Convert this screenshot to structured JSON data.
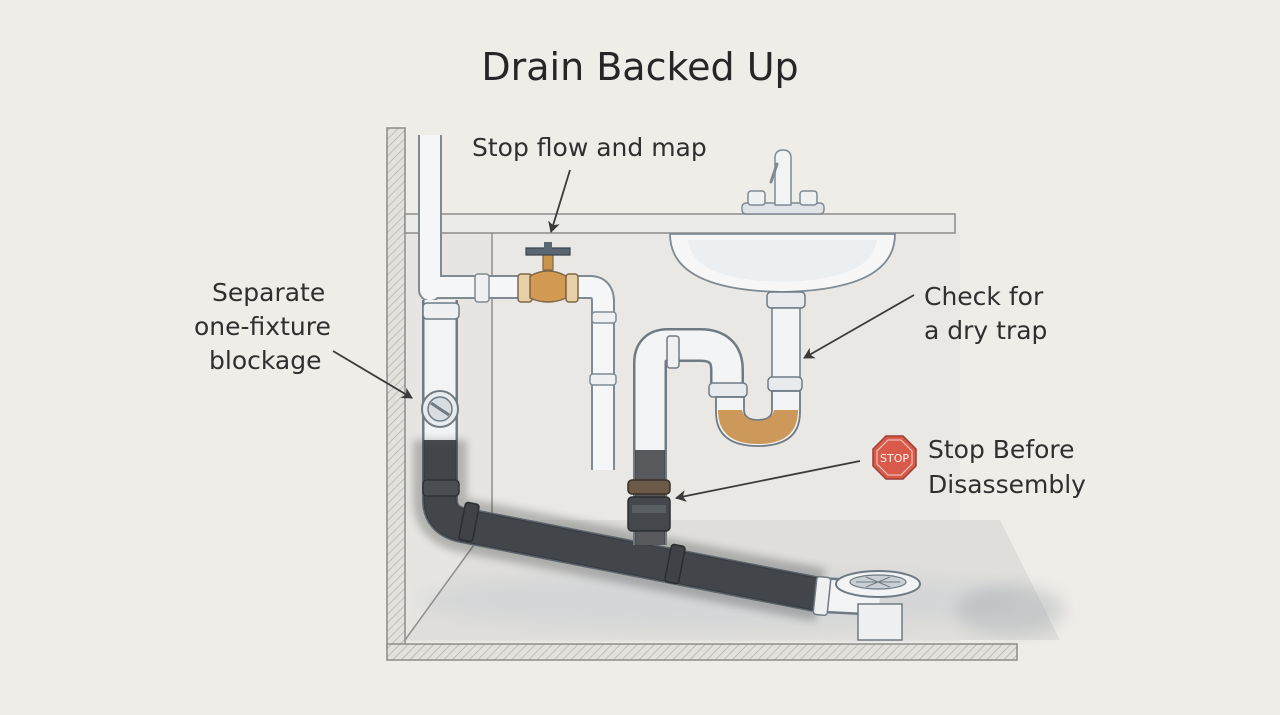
{
  "diagram": {
    "title": "Drain Backed Up",
    "labels": {
      "stop_flow": "Stop flow and map",
      "separate_l1": "Separate",
      "separate_l2": "one-fixture",
      "separate_l3": "blockage",
      "dry_trap_l1": "Check for",
      "dry_trap_l2": "a dry trap",
      "stop_before_l1": "Stop Before",
      "stop_before_l2": "Disassembly"
    },
    "stop_sign_text": "STOP",
    "colors": {
      "background": "#efede8",
      "pipe": "#f4f4f4",
      "pipe_outline": "#7f8a93",
      "valve_brass": "#d29a52",
      "trap_water": "#c98f4a",
      "sludge": "#3a3d40",
      "stop_sign": "#d95a4a"
    }
  }
}
